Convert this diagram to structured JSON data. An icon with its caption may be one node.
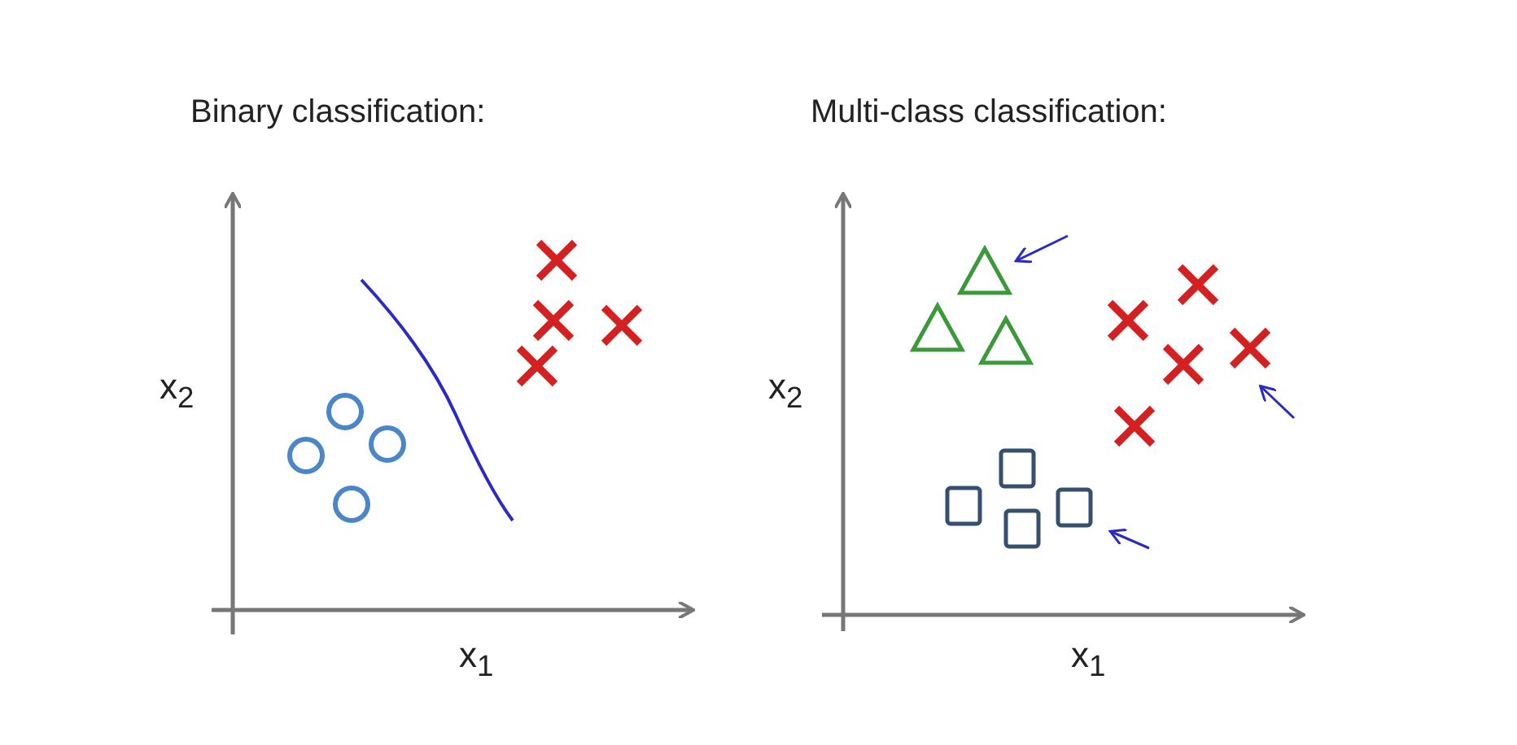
{
  "diagram": {
    "labels": [
      "Binary classification:",
      "Multi-class classification:",
      "x$_{2}$",
      "x$_{1}$",
      "x$_{2}$",
      "x$_{1}$"
    ]
  }
}
